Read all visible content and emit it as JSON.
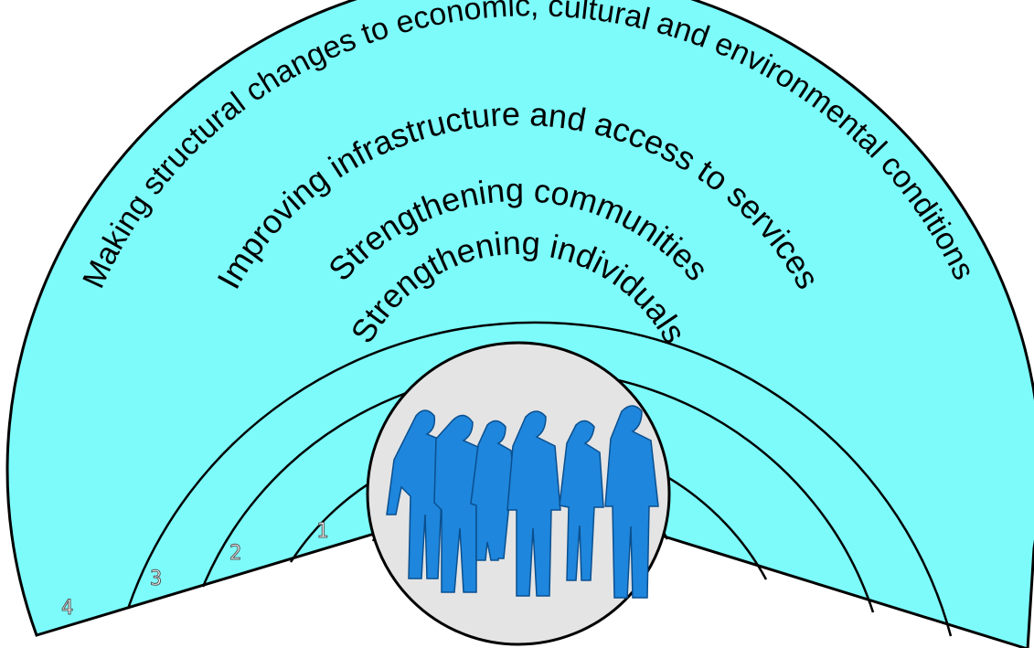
{
  "diagram": {
    "corner_fragment": "",
    "levels": [
      {
        "number": "1",
        "label": "Strengthening individuals"
      },
      {
        "number": "2",
        "label": "Strengthening communities"
      },
      {
        "number": "3",
        "label": "Improving infrastructure and access to services"
      },
      {
        "number": "4",
        "label": "Making structural changes to economic, cultural and environmental conditions"
      }
    ],
    "center_icon": "group-of-people-icon",
    "colors": {
      "band_fill": "#7dfbfb",
      "center_fill": "#e4e4e4",
      "people_fill": "#1e86dc",
      "outline": "#000000"
    }
  }
}
